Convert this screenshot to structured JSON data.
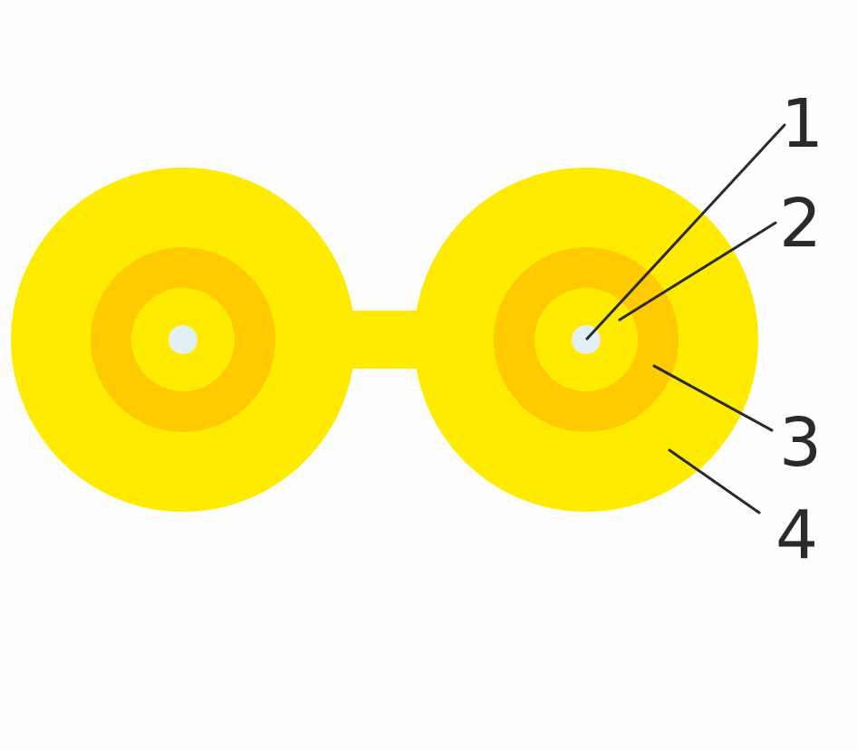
{
  "colors": {
    "jacket": "#ffeb00",
    "buffer": "#ffcb00",
    "cladding": "#ffeb00",
    "core": "#e2f0f3",
    "leader": "#2a2a2a"
  },
  "labels": [
    "1",
    "2",
    "3",
    "4"
  ]
}
